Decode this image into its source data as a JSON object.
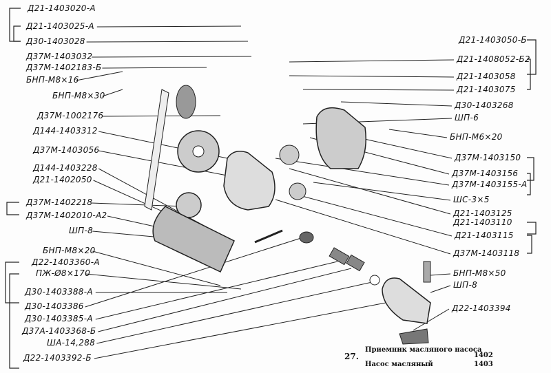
{
  "left_labels": [
    "Д21-1403020-А",
    "Д21-1403025-А",
    "Д30-1403028",
    "Д37М-1403032",
    "Д37М-1402183-Б",
    "БНП-М8×16",
    "БНП-М8×30",
    "Д37М-1002176",
    "Д144-1403312",
    "Д37М-1403056",
    "Д144-1403228",
    "Д21-1402050",
    "Д37М-1402218",
    "Д37М-1402010-А2",
    "ШП-8",
    "БНП-М8×20",
    "Д22-1403360-А",
    "ПЖ-Ø8×170",
    "Д30-1403388-А",
    "Д30-1403386",
    "Д30-1403385-А",
    "Д37А-1403368-Б",
    "ША-14,288",
    "Д22-1403392-Б"
  ],
  "right_labels": [
    "Д21-1403050-Б",
    "Д21-1408052-Б2",
    "Д21-1403058",
    "Д21-1403075",
    "Д30-1403268",
    "ШП-6",
    "БНП-М6×20",
    "Д37М-1403150",
    "Д37М-1403156",
    "Д37М-1403155-А",
    "ШС-3×5",
    "Д21-1403125",
    "Д21-1403110",
    "Д21-1403115",
    "Д37М-1403118",
    "БНП-М8×50",
    "ШП-8",
    "Д22-1403394"
  ],
  "caption": {
    "figure_number": "27.",
    "lines": [
      {
        "title": "Приемник масляного насоса",
        "code": "1402"
      },
      {
        "title": "Насос масляный",
        "code": "1403"
      }
    ]
  },
  "colors": {
    "ink": "#111111",
    "background": "#fdfdfd"
  }
}
